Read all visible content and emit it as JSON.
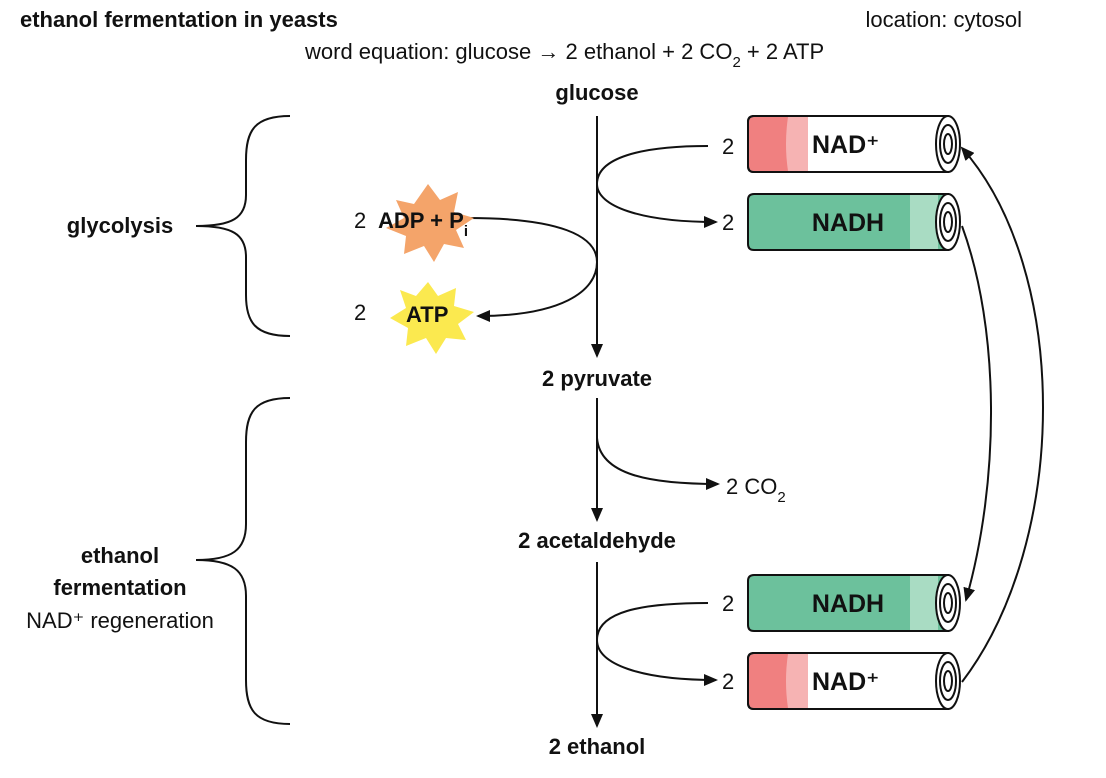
{
  "header": {
    "title": "ethanol fermentation in yeasts",
    "location": "location: cytosol",
    "equation_prefix": "word equation: glucose → 2 ethanol + 2 CO",
    "equation_sub": "2",
    "equation_suffix": " + 2 ATP"
  },
  "pathway": {
    "glucose": "glucose",
    "pyruvate": "2 pyruvate",
    "acetaldehyde": "2 acetaldehyde",
    "ethanol": "2 ethanol",
    "co2_prefix": "2 CO",
    "co2_sub": "2"
  },
  "stages": {
    "glycolysis": "glycolysis",
    "fermentation_line1": "ethanol",
    "fermentation_line2": "fermentation",
    "regeneration": "NAD⁺ regeneration"
  },
  "energy": {
    "adp_coef": "2",
    "adp_label": "ADP + P",
    "adp_sub": "i",
    "atp_coef": "2",
    "atp_label": "ATP"
  },
  "batteries": {
    "nad_top_coef": "2",
    "nad_top_label": "NAD⁺",
    "nadh_top_coef": "2",
    "nadh_top_label": "NADH",
    "nadh_bottom_coef": "2",
    "nadh_bottom_label": "NADH",
    "nad_bottom_coef": "2",
    "nad_bottom_label": "NAD⁺"
  },
  "colors": {
    "nad_red": "#f08080",
    "nad_red_light": "#f6b3b3",
    "nadh_green": "#6cc19c",
    "nadh_green_light": "#a9dcc3",
    "adp_burst": "#f4a46a",
    "atp_burst": "#fbe94f",
    "line": "#111111"
  }
}
